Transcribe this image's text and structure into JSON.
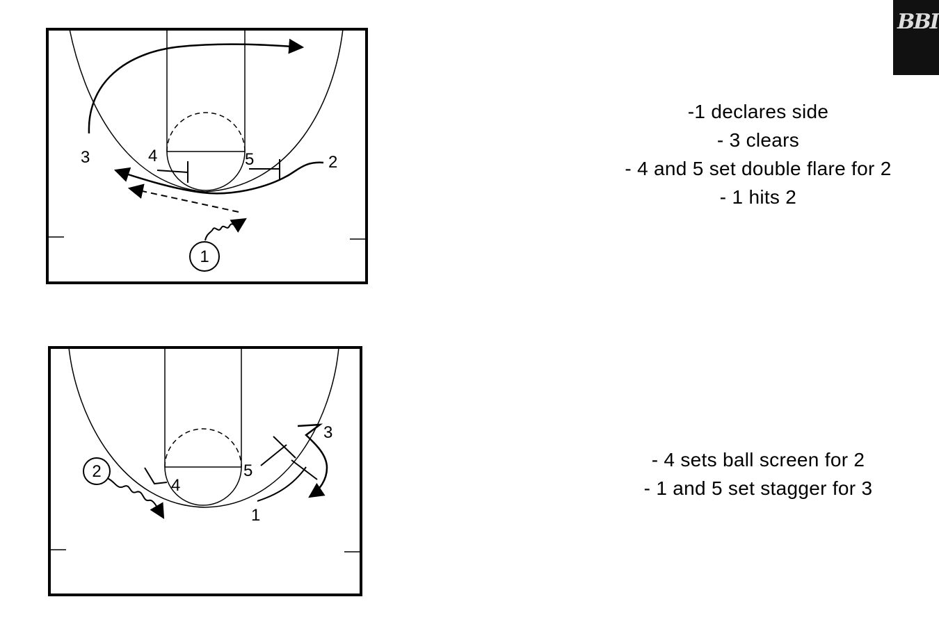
{
  "diagram_1": {
    "players": [
      "3",
      "4",
      "5",
      "2",
      "1"
    ],
    "notes": [
      "-1 declares side",
      "- 3 clears",
      "- 4 and 5 set double flare for 2",
      "- 1 hits 2"
    ]
  },
  "diagram_2": {
    "players": [
      "2",
      "4",
      "5",
      "3",
      "1"
    ],
    "notes": [
      "- 4 sets ball screen for 2",
      "- 1 and 5 set stagger for 3"
    ]
  },
  "logo": {
    "text": "BBI"
  }
}
